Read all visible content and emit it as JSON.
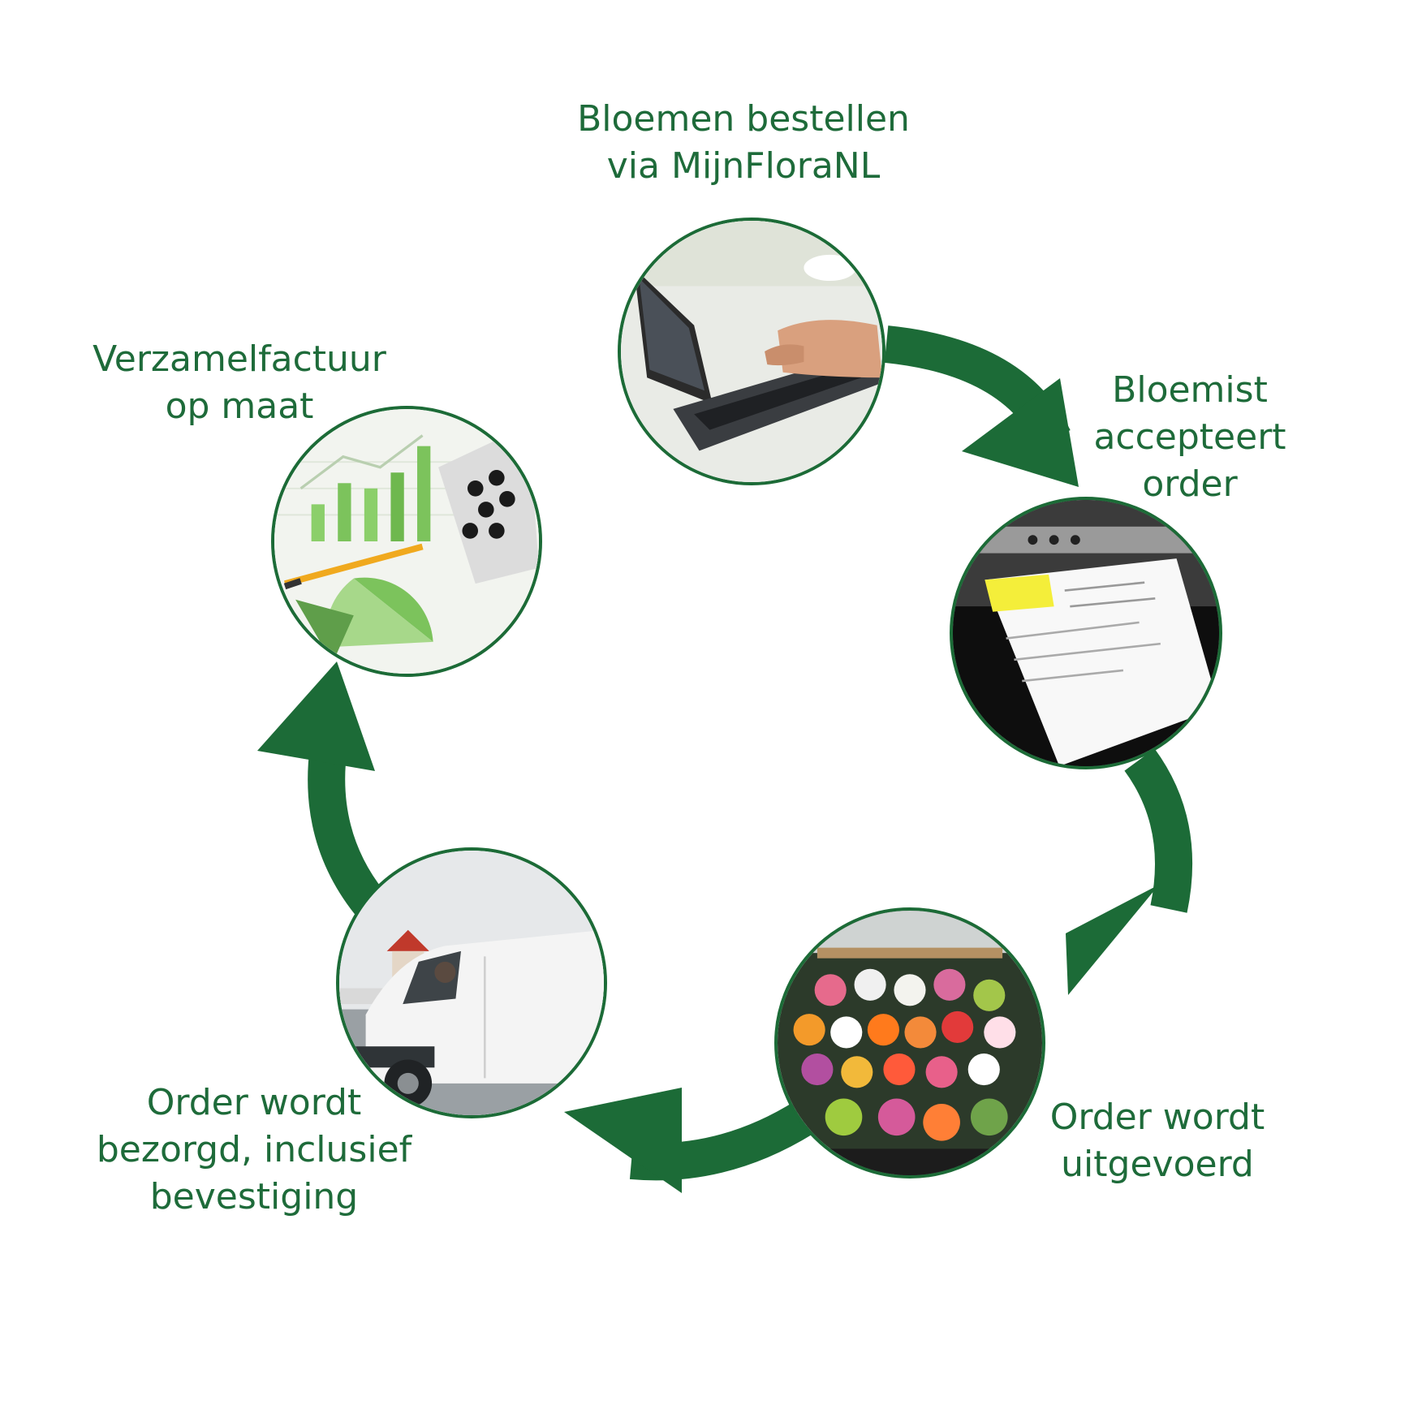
{
  "colors": {
    "accent": "#1c6b37",
    "text": "#1e6b3a"
  },
  "steps": [
    {
      "id": "bestellen",
      "lines": [
        "Bloemen bestellen",
        "via MijnFloraNL"
      ],
      "icon": "laptop-typing-photo"
    },
    {
      "id": "accepteert",
      "lines": [
        "Bloemist",
        "accepteert",
        "order"
      ],
      "icon": "printer-order-photo"
    },
    {
      "id": "uitgevoerd",
      "lines": [
        "Order wordt",
        "uitgevoerd"
      ],
      "icon": "flower-shop-photo"
    },
    {
      "id": "bezorgd",
      "lines": [
        "Order wordt",
        "bezorgd, inclusief",
        "bevestiging"
      ],
      "icon": "delivery-van-photo"
    },
    {
      "id": "factuur",
      "lines": [
        "Verzamelfactuur",
        "op maat"
      ],
      "icon": "invoice-charts-photo"
    }
  ]
}
